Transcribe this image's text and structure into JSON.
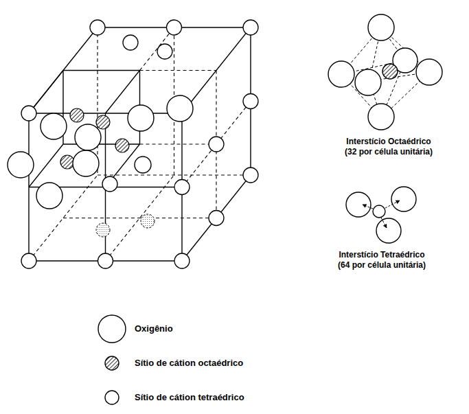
{
  "diagram": {
    "labels": [
      "Interstício Octaédrico (32 por célula unitária)",
      "Interstício Tetraédrico (64 por célula unitária)"
    ],
    "legend": [
      {
        "text": "Oxigênio"
      },
      {
        "text": "Sítio de cátion octaédrico"
      },
      {
        "text": "Sítio de cátion tetraédrico"
      }
    ]
  }
}
